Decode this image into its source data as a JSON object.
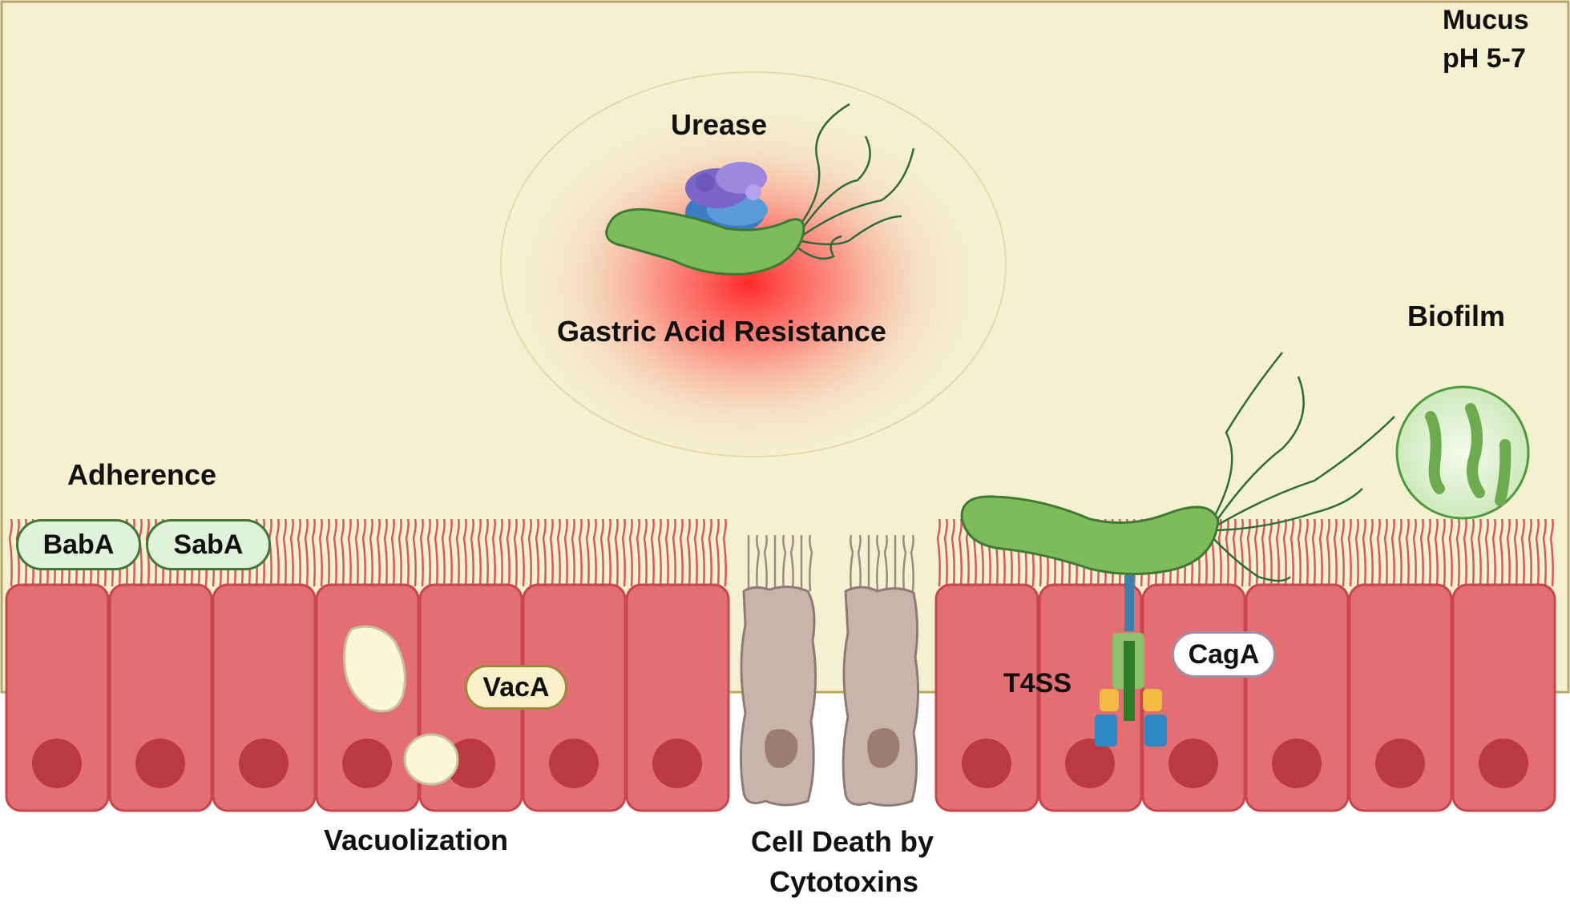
{
  "mucus_label": [
    "Mucus",
    "pH 5-7"
  ],
  "urease": {
    "title": "Urease",
    "subtitle": "Gastric Acid Resistance"
  },
  "adherence": {
    "title": "Adherence",
    "proteins": [
      "BabA",
      "SabA"
    ]
  },
  "vacuolization": {
    "protein": "VacA",
    "caption": "Vacuolization"
  },
  "cell_death": {
    "caption_lines": [
      "Cell Death by",
      "Cytotoxins"
    ]
  },
  "secretion": {
    "system": "T4SS",
    "effector": "CagA"
  },
  "biofilm": {
    "title": "Biofilm"
  },
  "colors": {
    "mucus": "#f5f1d0",
    "mucus_border": "#b8a860",
    "epithelial_cell": "#e36f74",
    "nucleus": "#bb3a40",
    "dead_cell": "#c9b3ad",
    "bacterium": "#7dbb5b",
    "flagella": "#2f6b3a",
    "acid_glow": "#ff2020"
  }
}
